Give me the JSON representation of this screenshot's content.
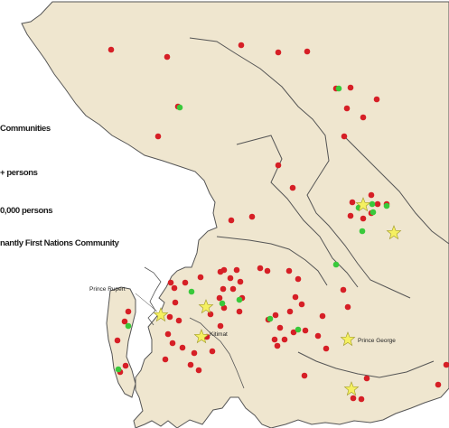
{
  "legend": {
    "title": "Communities",
    "item_1": "+ persons",
    "item_2": "0,000 persons",
    "item_3": "nantly First Nations Community"
  },
  "cities": {
    "prince_rupert": "Prince Rupert",
    "kitimat": "Kitimat",
    "prince_george": "Prince George"
  },
  "colors": {
    "land": "#efe6cf",
    "border": "#555555",
    "community": "#d61f26",
    "first_nations": "#39c93b",
    "large_centre": "#f5f061"
  },
  "communities_red": [
    [
      123,
      55
    ],
    [
      185,
      63
    ],
    [
      267,
      50
    ],
    [
      340,
      57
    ],
    [
      308,
      58
    ],
    [
      372,
      98
    ],
    [
      388,
      97
    ],
    [
      384,
      120
    ],
    [
      417,
      110
    ],
    [
      402,
      130
    ],
    [
      381,
      151
    ],
    [
      197,
      118
    ],
    [
      175,
      151
    ],
    [
      308,
      183
    ],
    [
      390,
      224
    ],
    [
      411,
      216
    ],
    [
      418,
      226
    ],
    [
      428,
      226
    ],
    [
      411,
      236
    ],
    [
      388,
      239
    ],
    [
      402,
      242
    ],
    [
      256,
      244
    ],
    [
      279,
      240
    ],
    [
      324,
      208
    ],
    [
      248,
      299
    ],
    [
      255,
      308
    ],
    [
      262,
      299
    ],
    [
      266,
      312
    ],
    [
      258,
      320
    ],
    [
      247,
      320
    ],
    [
      243,
      330
    ],
    [
      248,
      341
    ],
    [
      268,
      330
    ],
    [
      265,
      345
    ],
    [
      288,
      297
    ],
    [
      296,
      300
    ],
    [
      320,
      300
    ],
    [
      330,
      309
    ],
    [
      327,
      329
    ],
    [
      334,
      337
    ],
    [
      321,
      345
    ],
    [
      305,
      349
    ],
    [
      297,
      354
    ],
    [
      310,
      363
    ],
    [
      315,
      376
    ],
    [
      304,
      376
    ],
    [
      307,
      383
    ],
    [
      325,
      368
    ],
    [
      338,
      366
    ],
    [
      357,
      350
    ],
    [
      352,
      372
    ],
    [
      380,
      321
    ],
    [
      385,
      340
    ],
    [
      361,
      386
    ],
    [
      244,
      301
    ],
    [
      222,
      307
    ],
    [
      205,
      313
    ],
    [
      193,
      319
    ],
    [
      189,
      313
    ],
    [
      198,
      355
    ],
    [
      194,
      335
    ],
    [
      188,
      351
    ],
    [
      186,
      370
    ],
    [
      191,
      380
    ],
    [
      183,
      398
    ],
    [
      233,
      348
    ],
    [
      244,
      361
    ],
    [
      229,
      373
    ],
    [
      235,
      389
    ],
    [
      220,
      410
    ],
    [
      211,
      404
    ],
    [
      215,
      391
    ],
    [
      202,
      385
    ],
    [
      139,
      405
    ],
    [
      133,
      412
    ],
    [
      130,
      377
    ],
    [
      138,
      356
    ],
    [
      142,
      345
    ],
    [
      337,
      416
    ],
    [
      406,
      419
    ],
    [
      400,
      442
    ],
    [
      391,
      441
    ],
    [
      485,
      426
    ],
    [
      494,
      404
    ]
  ],
  "communities_green": [
    [
      375,
      98
    ],
    [
      199,
      119
    ],
    [
      412,
      226
    ],
    [
      397,
      230
    ],
    [
      413,
      235
    ],
    [
      401,
      256
    ],
    [
      428,
      228
    ],
    [
      372,
      293
    ],
    [
      265,
      332
    ],
    [
      246,
      336
    ],
    [
      299,
      353
    ],
    [
      330,
      365
    ],
    [
      212,
      323
    ],
    [
      131,
      409
    ],
    [
      142,
      361
    ]
  ],
  "large_centres": [
    [
      402,
      227
    ],
    [
      436,
      258
    ],
    [
      228,
      340
    ],
    [
      178,
      349
    ],
    [
      223,
      373
    ],
    [
      385,
      376
    ],
    [
      389,
      431
    ]
  ]
}
